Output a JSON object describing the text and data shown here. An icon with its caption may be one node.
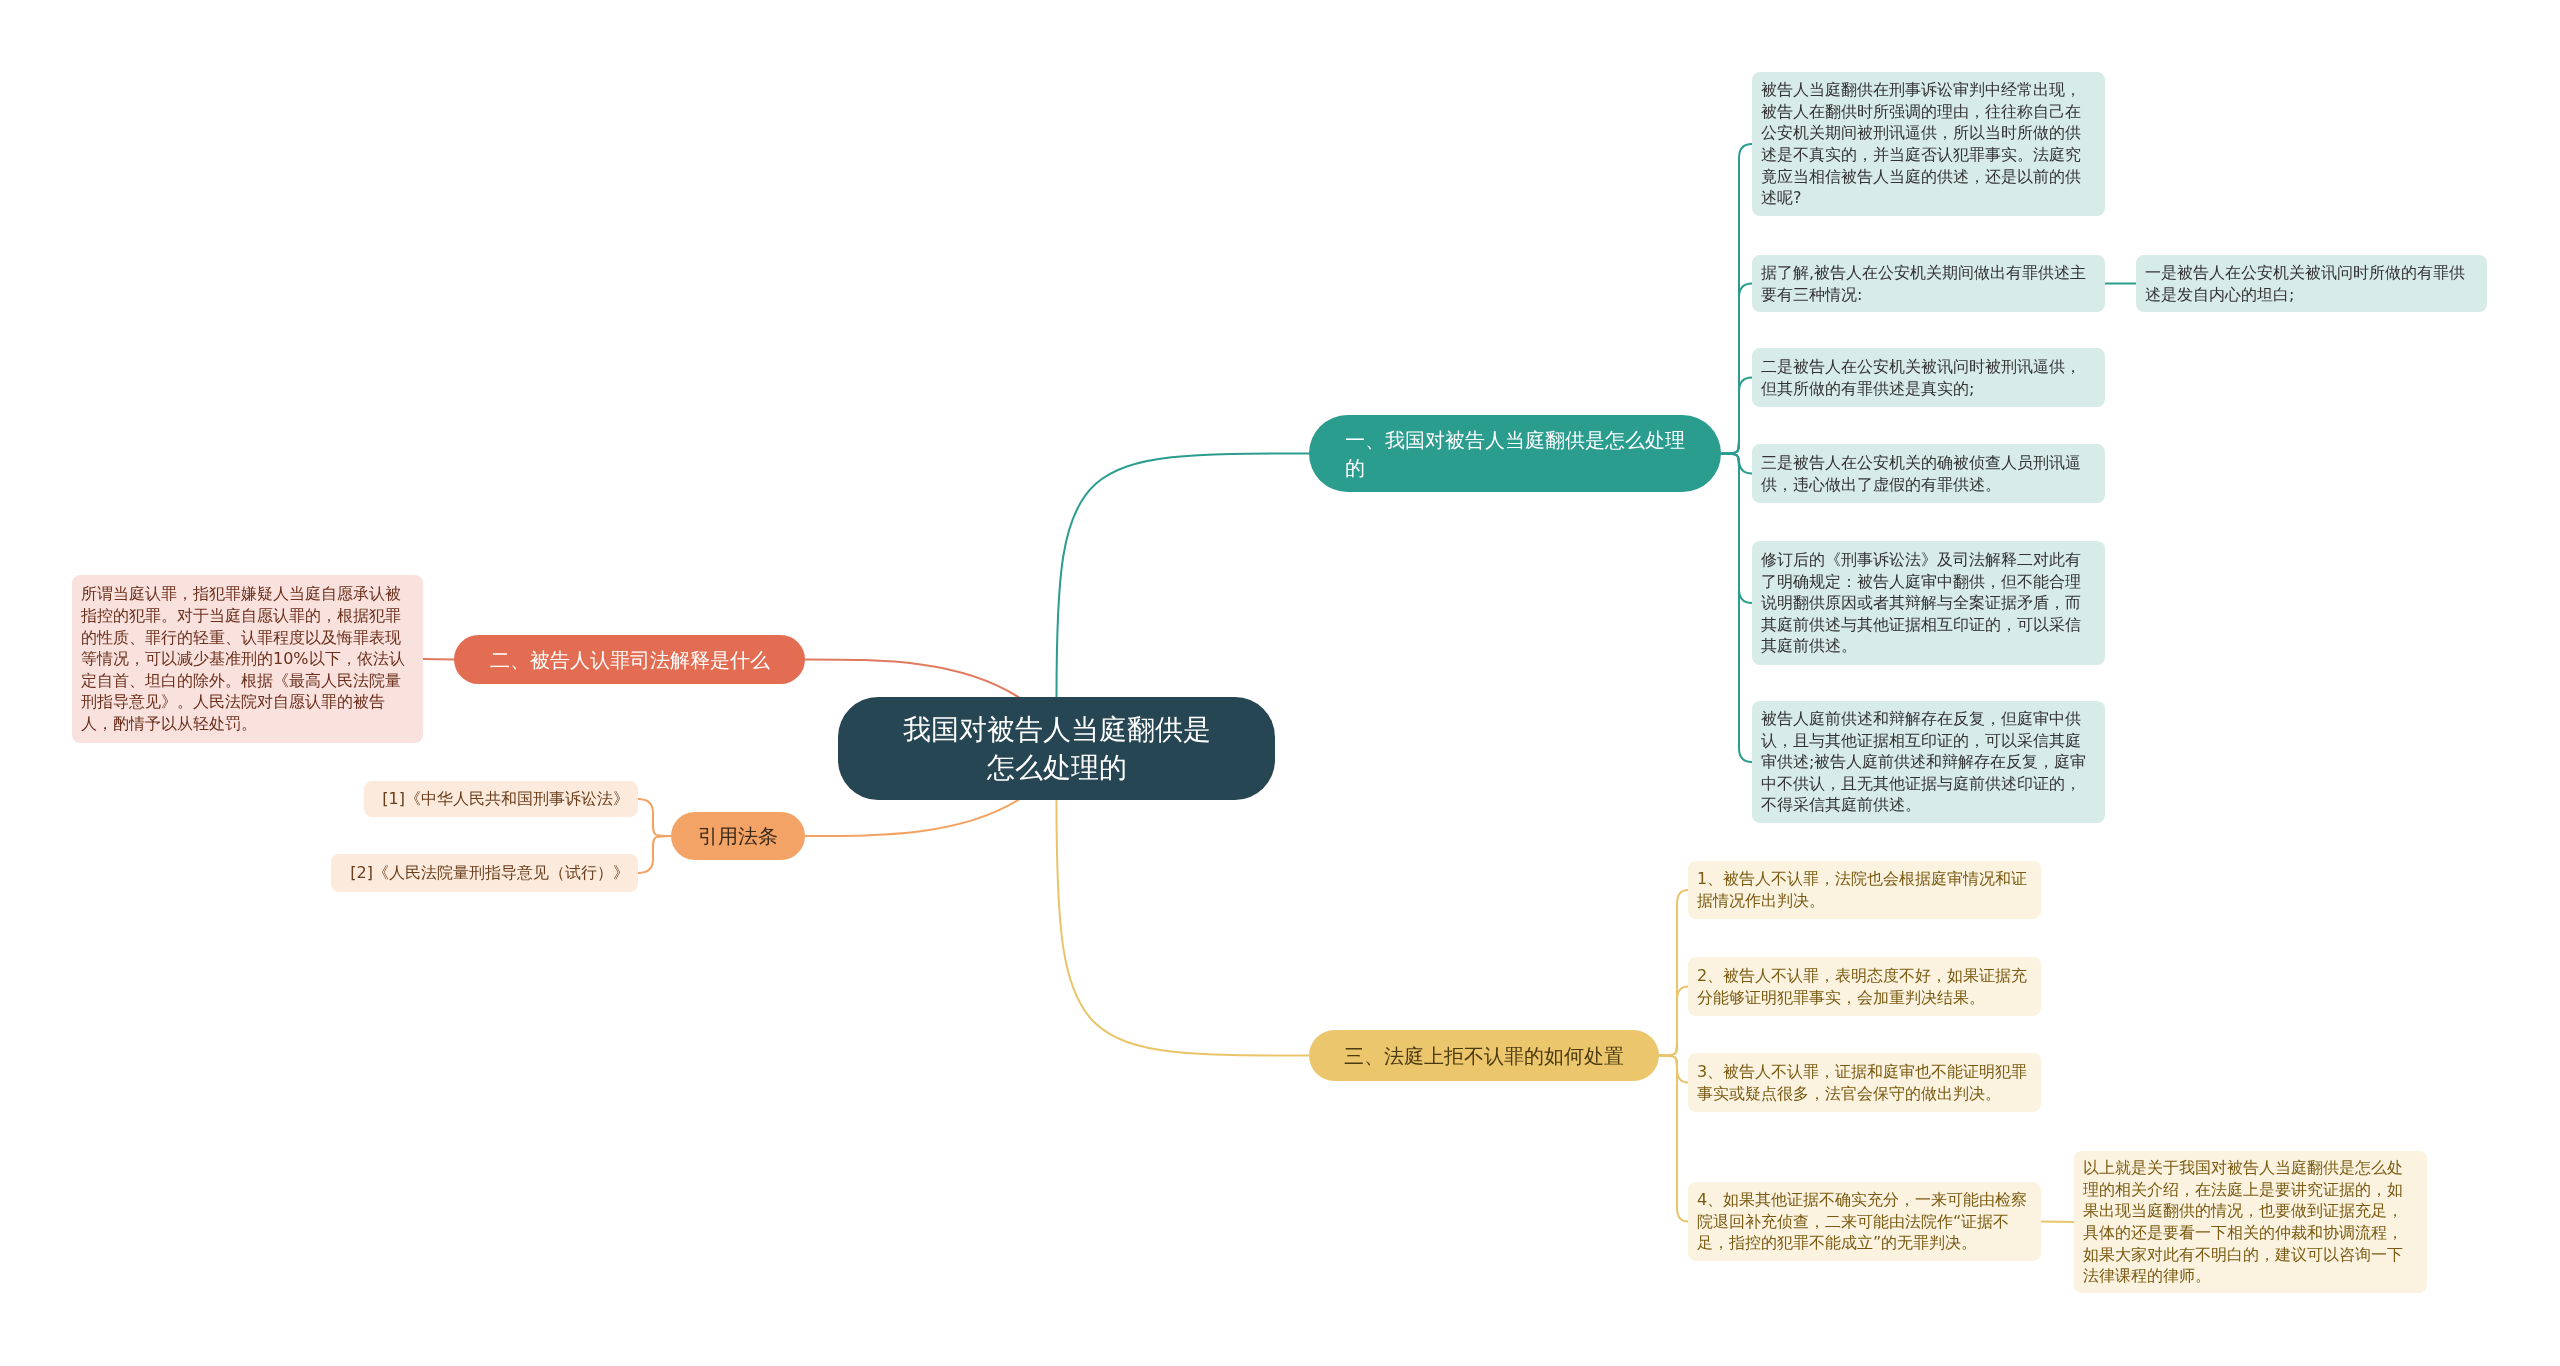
{
  "diagram": {
    "nodes": [
      {
        "text": [
          "我国对被告人当庭翻供是怎么处理的"
        ]
      },
      {
        "text": [
          "一、我国对被告人当庭翻供是怎么处理的"
        ]
      },
      {
        "text": [
          "被告人当庭翻供在刑事诉讼审判中经常出现，被告人在翻供时所强调的理由，往往称自己在公安机关期间被刑讯逼供，所以当时所做的供述是不真实的，并当庭否认犯罪事实。法庭究竟应当相信被告人当庭的供述，还是以前的供述呢?"
        ]
      },
      {
        "text": [
          "据了解,被告人在公安机关期间做出有罪供述主要有三种情况:"
        ]
      },
      {
        "text": [
          "一是被告人在公安机关被讯问时所做的有罪供述是发自内心的坦白;"
        ]
      },
      {
        "text": [
          "二是被告人在公安机关被讯问时被刑讯逼供，但其所做的有罪供述是真实的;"
        ]
      },
      {
        "text": [
          "三是被告人在公安机关的确被侦查人员刑讯逼供，违心做出了虚假的有罪供述。"
        ]
      },
      {
        "text": [
          "修订后的《刑事诉讼法》及司法解释二对此有了明确规定：被告人庭审中翻供，但不能合理说明翻供原因或者其辩解与全案证据矛盾，而其庭前供述与其他证据相互印证的，可以采信其庭前供述。"
        ]
      },
      {
        "text": [
          "被告人庭前供述和辩解存在反复，但庭审中供认，且与其他证据相互印证的，可以采信其庭审供述;被告人庭前供述和辩解存在反复，庭审中不供认，且无其他证据与庭前供述印证的，不得采信其庭前供述。"
        ]
      },
      {
        "text": [
          "二、被告人认罪司法解释是什么"
        ]
      },
      {
        "text": [
          "所谓当庭认罪，指犯罪嫌疑人当庭自愿承认被指控的犯罪。对于当庭自愿认罪的，根据犯罪的性质、罪行的轻重、认罪程度以及悔罪表现等情况，可以减少基准刑的10%以下，依法认定自首、坦白的除外。根据《最高人民法院量刑指导意见》。人民法院对自愿认罪的被告人，酌情予以从轻处罚。"
        ]
      },
      {
        "text": [
          "引用法条"
        ]
      },
      {
        "text": [
          "[1]《中华人民共和国刑事诉讼法》"
        ]
      },
      {
        "text": [
          "[2]《人民法院量刑指导意见（试行）》"
        ]
      },
      {
        "text": [
          "三、法庭上拒不认罪的如何处置"
        ]
      },
      {
        "text": [
          "1、被告人不认罪，法院也会根据庭审情况和证据情况作出判决。"
        ]
      },
      {
        "text": [
          "2、被告人不认罪，表明态度不好，如果证据充分能够证明犯罪事实，会加重判决结果。"
        ]
      },
      {
        "text": [
          "3、被告人不认罪，证据和庭审也不能证明犯罪事实或疑点很多，法官会保守的做出判决。"
        ]
      },
      {
        "text": [
          "4、如果其他证据不确实充分，一来可能由检察院退回补充侦查，二来可能由法院作“证据不足，指控的犯罪不能成立”的无罪判决。"
        ]
      },
      {
        "text": [
          "以上就是关于我国对被告人当庭翻供是怎么处理的相关介绍，在法庭上是要讲究证据的，如果出现当庭翻供的情况，也要做到证据充足，具体的还是要看一下相关的仲裁和协调流程，如果大家对此有不明白的，建议可以咨询一下法律课程的律师。"
        ]
      }
    ],
    "edges": [
      {
        "from": 0,
        "to": 1,
        "arrow": "none",
        "color": "#2a9d8f"
      },
      {
        "from": 1,
        "to": 2,
        "arrow": "none",
        "color": "#2a9d8f"
      },
      {
        "from": 1,
        "to": 3,
        "arrow": "none",
        "color": "#2a9d8f"
      },
      {
        "from": 3,
        "to": 4,
        "arrow": "none",
        "color": "#2a9d8f"
      },
      {
        "from": 1,
        "to": 5,
        "arrow": "none",
        "color": "#2a9d8f"
      },
      {
        "from": 1,
        "to": 6,
        "arrow": "none",
        "color": "#2a9d8f"
      },
      {
        "from": 1,
        "to": 7,
        "arrow": "none",
        "color": "#2a9d8f"
      },
      {
        "from": 1,
        "to": 8,
        "arrow": "none",
        "color": "#2a9d8f"
      },
      {
        "from": 0,
        "to": 9,
        "arrow": "none",
        "color": "#e07a5f"
      },
      {
        "from": 9,
        "to": 10,
        "arrow": "none",
        "color": "#e07a5f"
      },
      {
        "from": 0,
        "to": 11,
        "arrow": "none",
        "color": "#f4a261"
      },
      {
        "from": 11,
        "to": 12,
        "arrow": "none",
        "color": "#f4a261"
      },
      {
        "from": 11,
        "to": 13,
        "arrow": "none",
        "color": "#f4a261"
      },
      {
        "from": 0,
        "to": 14,
        "arrow": "none",
        "color": "#e9c46a"
      },
      {
        "from": 14,
        "to": 15,
        "arrow": "none",
        "color": "#e9c46a"
      },
      {
        "from": 14,
        "to": 16,
        "arrow": "none",
        "color": "#e9c46a"
      },
      {
        "from": 14,
        "to": 17,
        "arrow": "none",
        "color": "#e9c46a"
      },
      {
        "from": 14,
        "to": 18,
        "arrow": "none",
        "color": "#e9c46a"
      },
      {
        "from": 18,
        "to": 19,
        "arrow": "none",
        "color": "#e9c46a"
      }
    ]
  }
}
